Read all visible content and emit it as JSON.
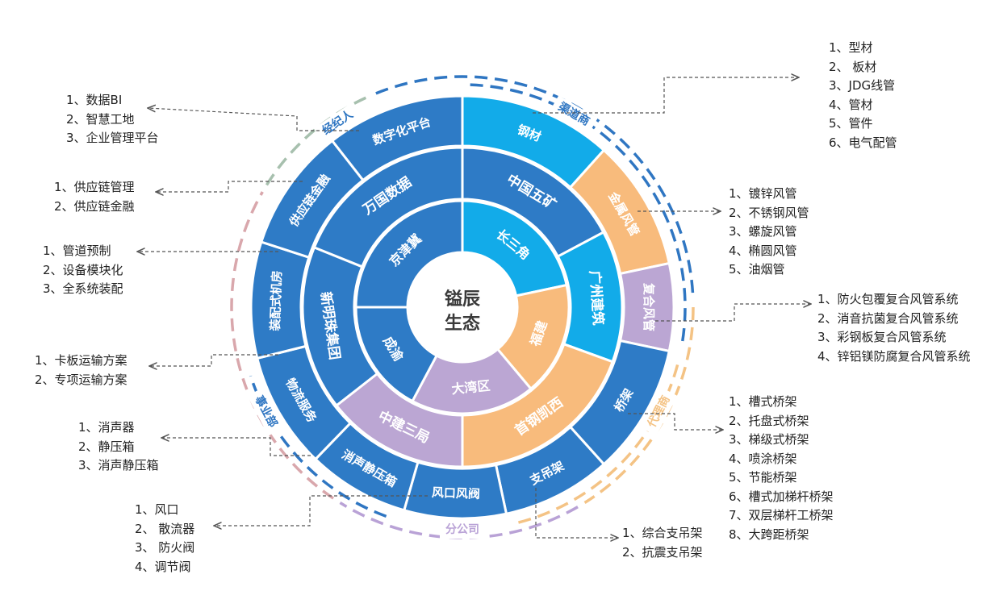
{
  "colors": {
    "dark_blue": "#2E7BC6",
    "cyan": "#12ABE9",
    "orange": "#F8BB7C",
    "purple": "#BBA6D3",
    "dashed_blue": "#2F76C2",
    "dashed_orange": "#F4C385",
    "dashed_pink": "#D9A7AC",
    "dashed_purple": "#B9A2D6",
    "dashed_sage": "#A7C0AE"
  },
  "center": {
    "line1": "镒辰",
    "line2": "生态"
  },
  "inner_ring": [
    {
      "label": "长三角",
      "color": "cyan"
    },
    {
      "label": "福建",
      "color": "orange"
    },
    {
      "label": "大湾区",
      "color": "purple"
    },
    {
      "label": "成渝",
      "color": "dark_blue"
    },
    {
      "label": "京津冀",
      "color": "dark_blue"
    }
  ],
  "middle_ring": [
    {
      "label": "中国五矿",
      "color": "dark_blue"
    },
    {
      "label": "广州建筑",
      "color": "cyan"
    },
    {
      "label": "首钢凯西",
      "color": "orange"
    },
    {
      "label": "中建三局",
      "color": "purple"
    },
    {
      "label": "新明珠集团",
      "color": "dark_blue"
    },
    {
      "label": "万国数据",
      "color": "dark_blue"
    }
  ],
  "outer_ring": [
    {
      "label": "钢材",
      "color": "cyan"
    },
    {
      "label": "金属风管",
      "color": "orange"
    },
    {
      "label": "复合风管",
      "color": "purple"
    },
    {
      "label": "桥架",
      "color": "dark_blue"
    },
    {
      "label": "支吊架",
      "color": "dark_blue"
    },
    {
      "label": "风口风阀",
      "color": "dark_blue"
    },
    {
      "label": "消声静压箱",
      "color": "dark_blue"
    },
    {
      "label": "物流服务",
      "color": "dark_blue"
    },
    {
      "label": "装配式机房",
      "color": "dark_blue"
    },
    {
      "label": "供应链金融",
      "color": "dark_blue"
    },
    {
      "label": "数字化平台",
      "color": "dark_blue"
    }
  ],
  "ring_labels": [
    {
      "label": "渠道商",
      "color": "dashed_blue"
    },
    {
      "label": "代理商",
      "color": "dashed_orange"
    },
    {
      "label": "分公司",
      "color": "dashed_purple"
    },
    {
      "label": "事业部",
      "color": "dashed_blue"
    },
    {
      "label": "经纪人",
      "color": "dashed_blue"
    }
  ],
  "lists": {
    "steel": [
      "1、型材",
      "2、 板材",
      "3、JDG线管",
      "4、管材",
      "5、管件",
      "6、电气配管"
    ],
    "metal_duct": [
      "1、镀锌风管",
      "2、不锈钢风管",
      "3、螺旋风管",
      "4、椭圆风管",
      "5、油烟管"
    ],
    "composite_duct": [
      "1、防火包覆复合风管系统",
      "2、消音抗菌复合风管系统",
      "3、彩钢板复合风管系统",
      "4、锌铝镁防腐复合风管系统"
    ],
    "bridge": [
      "1、槽式桥架",
      "2、托盘式桥架",
      "3、梯级式桥架",
      "4、喷涂桥架",
      "5、节能桥架",
      "6、槽式加梯杆桥架",
      "7、双层梯杆工桥架",
      "8、大跨距桥架"
    ],
    "hanger": [
      "1、综合支吊架",
      "2、抗震支吊架"
    ],
    "vent": [
      "1、风口",
      "2、 散流器",
      "3、 防火阀",
      "4、调节阀"
    ],
    "silencer": [
      "1、消声器",
      "2、静压箱",
      "3、消声静压箱"
    ],
    "logistics": [
      "1、卡板运输方案",
      "2、专项运输方案"
    ],
    "prefab": [
      "1、管道预制",
      "2、设备模块化",
      "3、全系统装配"
    ],
    "finance": [
      "1、供应链管理",
      "2、供应链金融"
    ],
    "digital": [
      "1、数据BI",
      "2、智慧工地",
      "3、企业管理平台"
    ]
  }
}
